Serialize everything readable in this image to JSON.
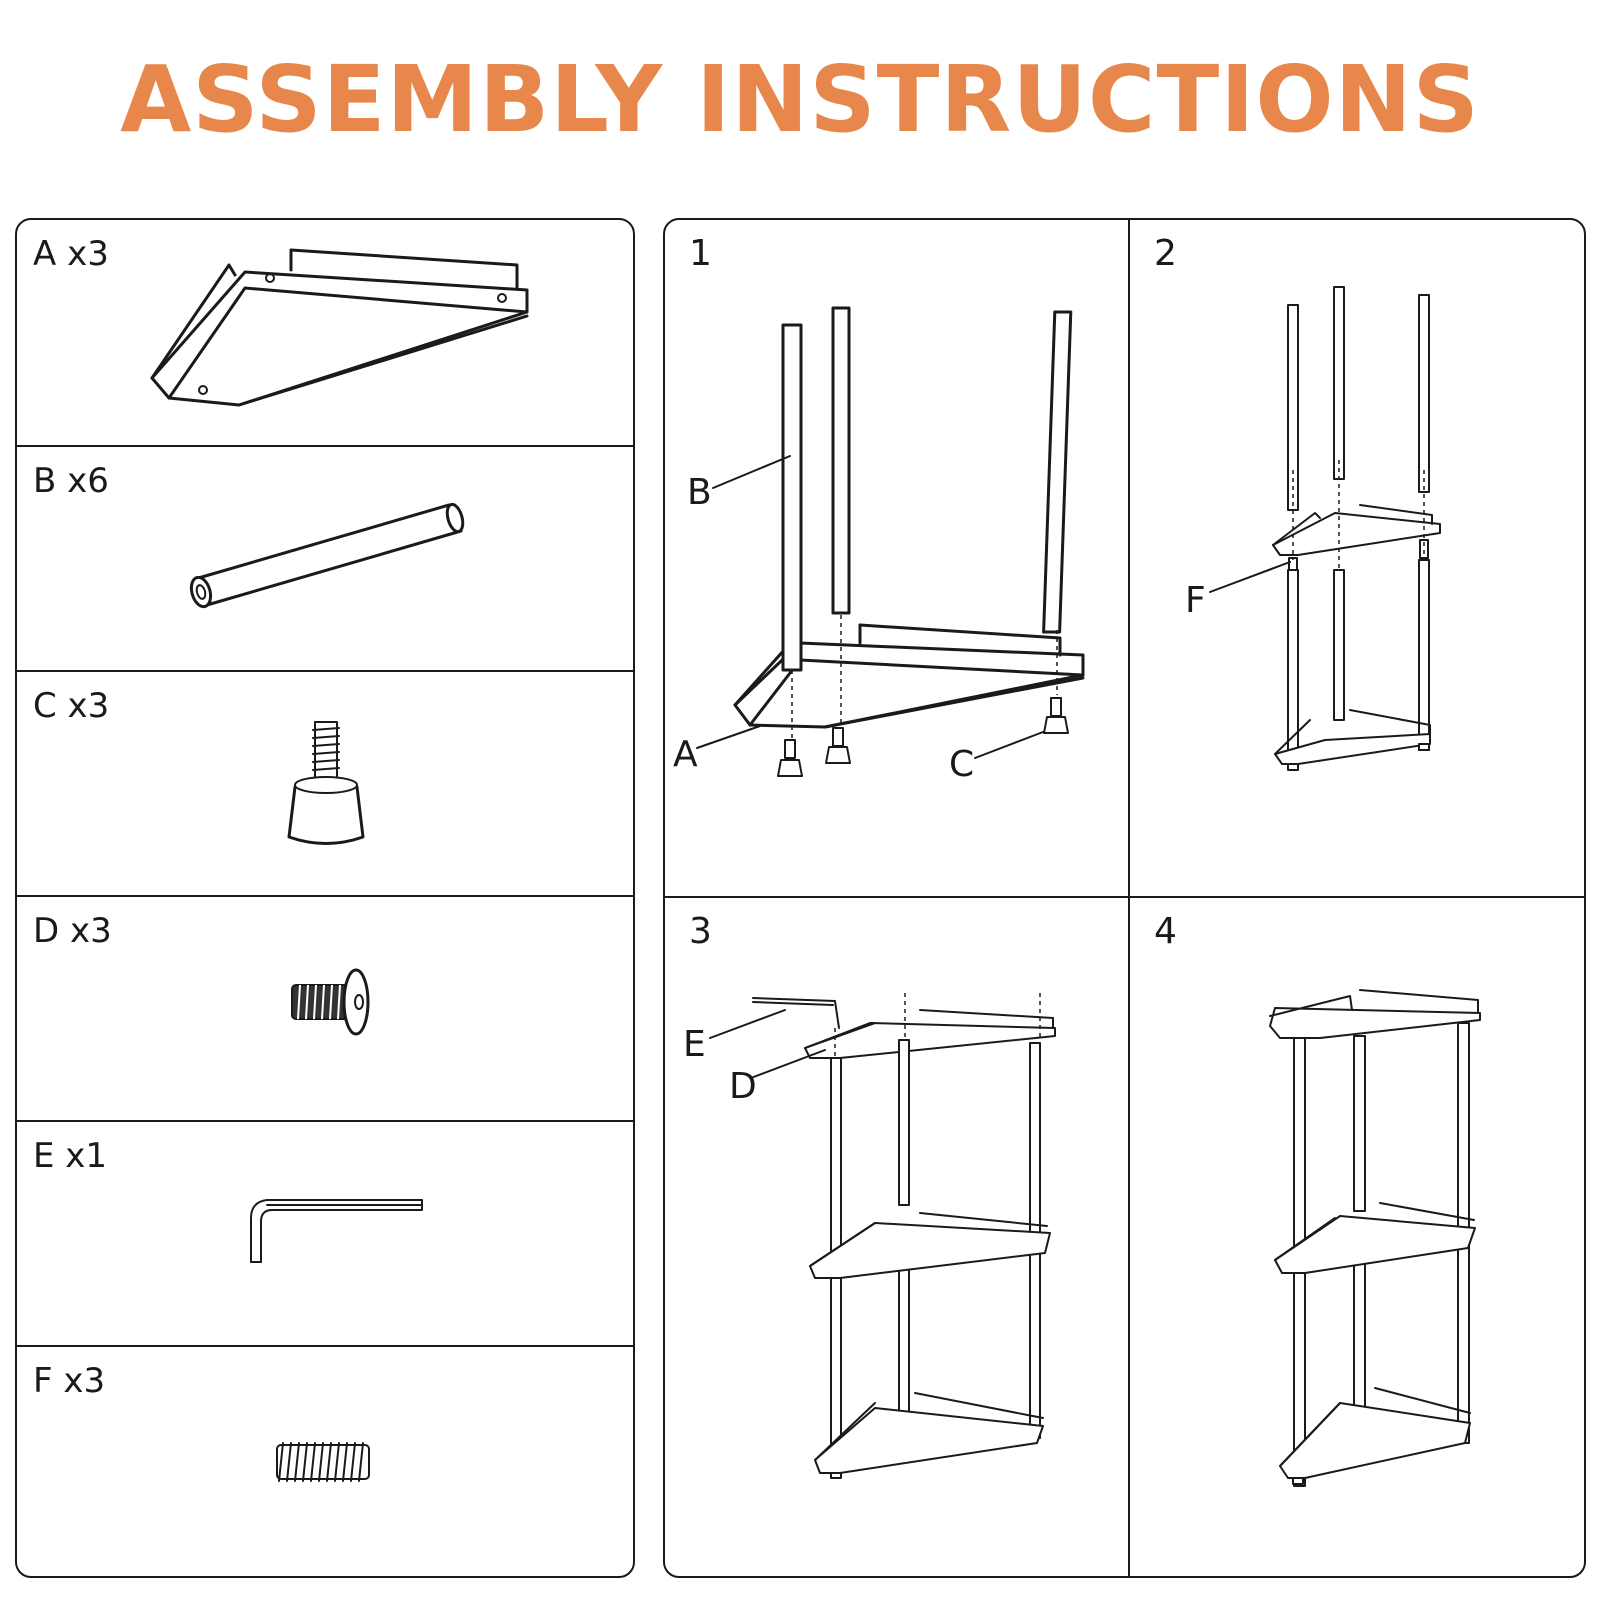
{
  "header": {
    "title": "ASSEMBLY INSTRUCTIONS",
    "accent_color": "#E8874B"
  },
  "parts": [
    {
      "label": "A x3",
      "icon": "corner-shelf-icon"
    },
    {
      "label": "B x6",
      "icon": "tube-icon"
    },
    {
      "label": "C x3",
      "icon": "foot-pad-icon"
    },
    {
      "label": "D x3",
      "icon": "screw-icon"
    },
    {
      "label": "E x1",
      "icon": "hex-key-icon"
    },
    {
      "label": "F x3",
      "icon": "threaded-connector-icon"
    }
  ],
  "steps": [
    {
      "number": "1",
      "callouts": [
        "B",
        "A",
        "C"
      ]
    },
    {
      "number": "2",
      "callouts": [
        "F"
      ]
    },
    {
      "number": "3",
      "callouts": [
        "E",
        "D"
      ]
    },
    {
      "number": "4",
      "callouts": []
    }
  ]
}
